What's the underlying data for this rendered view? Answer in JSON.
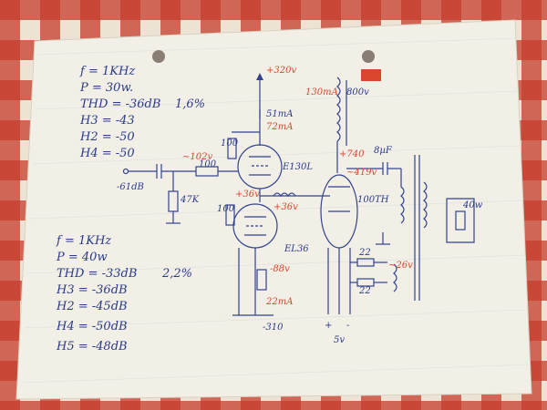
{
  "colors": {
    "ink": "#33428f",
    "red": "#d8462e",
    "paper": "#f1efe6",
    "cloth_a": "#c23a2a",
    "cloth_b": "#ece3d4"
  },
  "upper_specs": {
    "f": "f = 1KHz",
    "p": "P = 30w.",
    "thd": "THD = -36dB",
    "thd_pct": "1,6%",
    "h3": "H3 = -43",
    "h2": "H2 = -50",
    "h4": "H4 = -50"
  },
  "lower_specs": {
    "f": "f = 1KHz",
    "p": "P = 40w",
    "thd": "THD = -33dB",
    "thd_pct": "2,2%",
    "h3": "H3 = -36dB",
    "h2": "H2 = -45dB",
    "h4": "H4 = -50dB",
    "h5": "H5 = -48dB"
  },
  "schematic": {
    "b_plus": "+320v",
    "current_1": "51mA",
    "current_2": "72mA",
    "r_top": "100",
    "input_level": "~102v",
    "input_db": "-61dB",
    "r_input": "100",
    "r_grid": "47K",
    "tube_1": "E130L",
    "bias_1": "+36v",
    "bias_2": "+36v",
    "r_mid": "100",
    "tube_2": "EL36",
    "cathode_v": "-88v",
    "current_3": "22mA",
    "b_minus": "-310",
    "plate_current": "130mA",
    "plate_v": "800v",
    "screen_v": "+740",
    "cap": "8µF",
    "screen_v2": "~419v",
    "power_tube": "100TH",
    "r_a": "22",
    "r_b": "22",
    "ac_level": "~26v",
    "output": "40w",
    "heater_plus": "+",
    "heater_minus": "-",
    "heater": "5v"
  }
}
